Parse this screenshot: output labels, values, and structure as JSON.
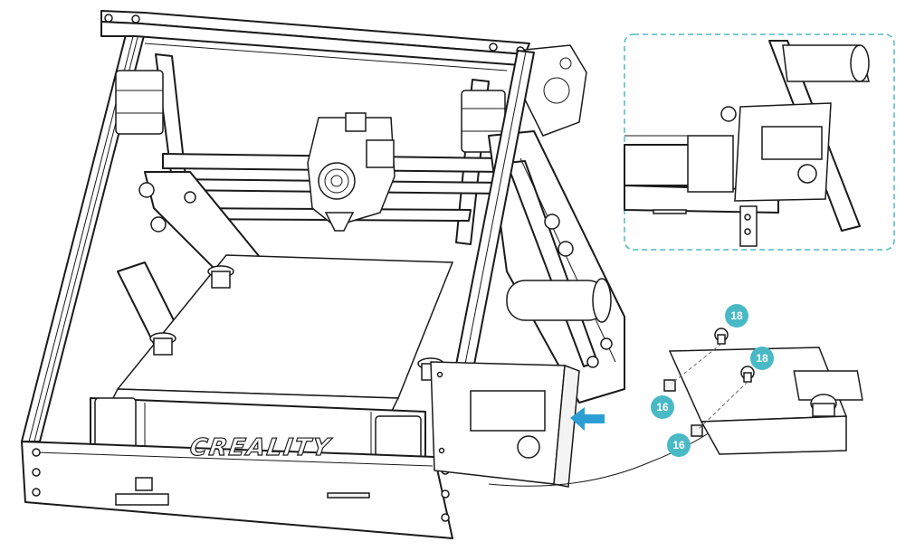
{
  "brand_text": "CREALITY",
  "callouts": {
    "screw_1": "18",
    "screw_2": "18",
    "nut_1": "16",
    "nut_2": "16"
  },
  "colors": {
    "callout": "#49b9c6",
    "arrow": "#2b9fd4",
    "detail_box": "#4fb8c4"
  },
  "icons": {
    "direction": "blue-arrow-left-icon"
  }
}
